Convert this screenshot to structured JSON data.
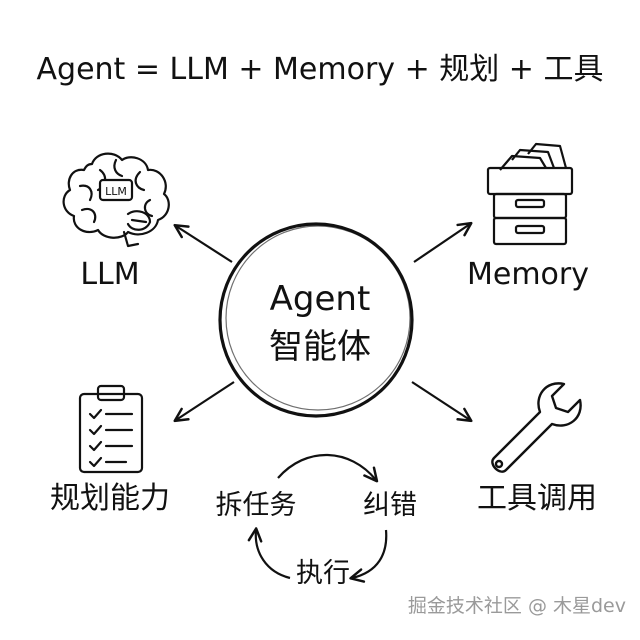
{
  "title": "Agent = LLM + Memory + 规划 + 工具",
  "center": {
    "line1": "Agent",
    "line2": "智能体"
  },
  "nodes": {
    "llm": {
      "label": "LLM",
      "icon": "brain-icon",
      "badge": "LLM"
    },
    "memory": {
      "label": "Memory",
      "icon": "file-cabinet-icon"
    },
    "planning": {
      "label": "规划能力",
      "icon": "clipboard-checklist-icon"
    },
    "tools": {
      "label": "工具调用",
      "icon": "wrench-icon"
    }
  },
  "cycle": [
    "拆任务",
    "纠错",
    "执行"
  ],
  "watermark": "掘金技术社区 @ 木星dev",
  "colors": {
    "ink": "#111111",
    "watermark": "#9a9a9a",
    "background": "#ffffff"
  }
}
